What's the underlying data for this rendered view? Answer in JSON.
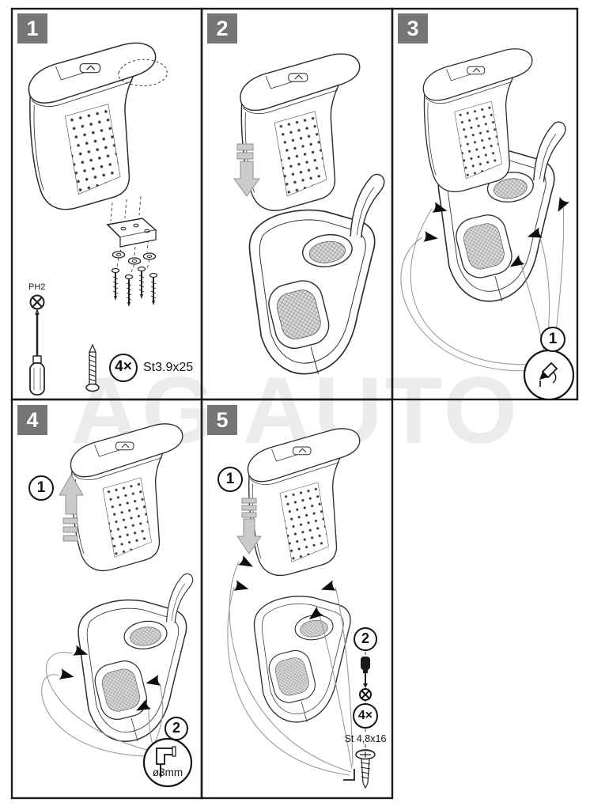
{
  "watermark": "AG AUTO",
  "colors": {
    "badge": "#757575",
    "line": "#2e2e2e",
    "accent_gray": "#cbcbcb"
  },
  "panels": {
    "p1": {
      "number": "1",
      "bit_label": "PH2",
      "screw_qty": "4×",
      "screw_spec": "St3.9x25"
    },
    "p2": {
      "number": "2"
    },
    "p3": {
      "number": "3",
      "callout_mark": "1"
    },
    "p4": {
      "number": "4",
      "callout_release": "1",
      "callout_drill": "2",
      "drill_spec": "ø3mm"
    },
    "p5": {
      "number": "5",
      "callout_insert": "1",
      "callout_screw": "2",
      "screw_qty": "4×",
      "screw_spec": "St 4,8x16"
    }
  }
}
